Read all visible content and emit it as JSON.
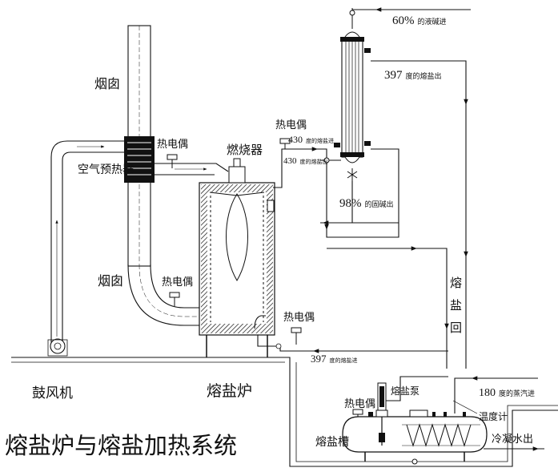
{
  "title": "熔盐炉与熔盐加热系统",
  "labels": {
    "chimney_top": "烟囱",
    "chimney_bottom": "烟囱",
    "air_preheater": "空气预热器",
    "thermocouple_1": "热电偶",
    "thermocouple_2": "热电偶",
    "thermocouple_3": "热电偶",
    "thermocouple_4": "热电偶",
    "thermocouple_5": "热电偶",
    "burner": "燃烧器",
    "blower": "鼓风机",
    "furnace": "熔盐炉",
    "salt_tank": "熔盐槽",
    "salt_pump": "熔盐泵",
    "thermometer": "温度计",
    "condensate_out": "冷凝水出",
    "salt_return_1": "熔",
    "salt_return_2": "盐",
    "salt_return_3": "回"
  },
  "stream_labels": {
    "lye_in_num": "60%",
    "lye_in_text": "的液碱进",
    "salt_out_num": "397",
    "salt_out_text": "度的熔盐出",
    "salt_in_430a_num": "430",
    "salt_in_430a_text": "度的熔盐进",
    "salt_in_430b_num": "430",
    "salt_in_430b_text": "度的熔盐出",
    "solid_out_num": "98%",
    "solid_out_text": "的固碱出",
    "salt_397_in_num": "397",
    "salt_397_in_text": "度的熔盐进",
    "steam_in_num": "180",
    "steam_in_text": "度的蒸汽进"
  }
}
